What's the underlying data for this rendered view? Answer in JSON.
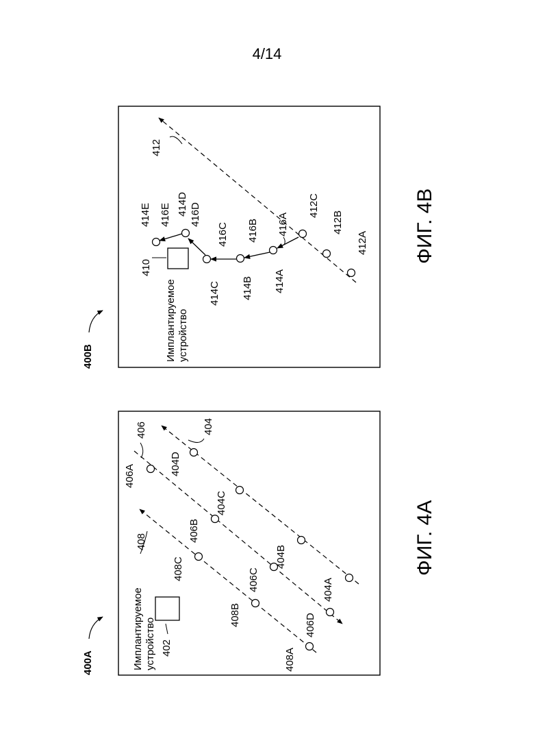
{
  "page_number": "4/14",
  "figures": [
    {
      "id": "fig-4a",
      "reference": "400A",
      "caption": "ФИГ. 4А",
      "device_label_line1": "Имплантируемое",
      "device_label_line2": "устройство",
      "device_ref": "402",
      "series": [
        {
          "line_label": "404",
          "points": [
            "404A",
            "404B",
            "404C",
            "404D"
          ]
        },
        {
          "line_label": "406",
          "points": [
            "406D",
            "406C",
            "406B",
            "406A"
          ]
        },
        {
          "line_label": "408",
          "points": [
            "408A",
            "408B",
            "408C"
          ]
        }
      ]
    },
    {
      "id": "fig-4b",
      "reference": "400B",
      "caption": "ФИГ. 4В",
      "device_label_line1": "Имплантируемое",
      "device_label_line2": "устройство",
      "device_ref": "410",
      "line": {
        "line_label": "412",
        "points": [
          "412A",
          "412B",
          "412C"
        ]
      },
      "path_points": [
        "414A",
        "414B",
        "414C",
        "414D",
        "414E"
      ],
      "path_steps": [
        "416A",
        "416B",
        "416C",
        "416D",
        "416E"
      ]
    }
  ]
}
